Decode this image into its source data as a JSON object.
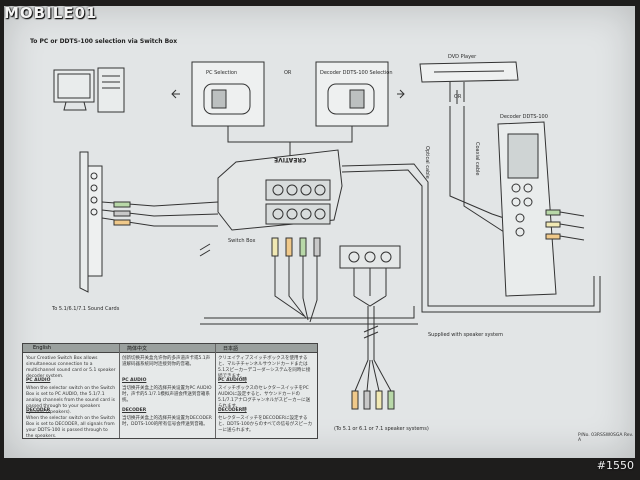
{
  "watermark": {
    "logo": "MOBILE01",
    "photo_id": "#1550"
  },
  "diagram": {
    "title": "To PC or DDTS-100 selection via Switch Box",
    "pc_selection": "PC Selection",
    "or_top": "OR",
    "decoder_selection": "Decoder DDTS-100 Selection",
    "dvd_player": "DVD Player",
    "or_dvd": "OR",
    "optical_cable": "Optical cable",
    "coaxial_cable": "Coaxial cable",
    "decoder": "Decoder DDTS-100",
    "switch_box": "Switch Box",
    "switch_brand": "CREATIVE",
    "sound_cards": "To 5.1/6.1/7.1 Sound Cards",
    "supplied": "Supplied with speaker system",
    "speakers_note": "(To 5.1 or 6.1 or 7.1 speaker systems)",
    "part_no": "P/No. 03RSSW0SGA Rev. A"
  },
  "table": {
    "headers": [
      "English",
      "简体中文",
      "日本語"
    ],
    "english": {
      "intro": "Your Creative Switch Box allows simultaneous connection to a multichannel sound card or 5.1 speaker decoder system.",
      "pc_audio": "PC AUDIO",
      "pc_text": "When the selector switch on the Switch Box is set to PC AUDIO, the 5.1/7.1 analog channels from the sound card is passed through to your speakers systems (speakers).",
      "decoder": "DECODER",
      "decoder_text": "When the selector switch on the Switch Box is set to DECODER, all signals from your DDTS-100 is passed through to the speakers."
    },
    "chinese": {
      "intro": "创新切换开关盒允许你的多声道声卡或5.1声道解码器系统同时连接到你的音箱。",
      "pc_audio": "PC AUDIO",
      "pc_text": "当切换开关盒上的选择开关设置为PC AUDIO时，声卡的5.1/7.1模拟声道会传送到音箱系统。",
      "decoder": "DECODER",
      "decoder_text": "当切换开关盒上的选择开关设置为DECODER时，DDTS-100的所有信号会传送到音箱。"
    },
    "japanese": {
      "intro": "クリエイティブスイッチボックスを使用すると、マルチチャンネルサウンドカードまたは5.1スピーカーデコーダーシステムを同時に接続できます。",
      "pc_audio": "PC AUDIO時",
      "pc_text": "スイッチボックスのセレクタースイッチをPC AUDIOに設定すると、サウンドカードの5.1/7.1アナログチャンネルがスピーカーに送られます。",
      "decoder": "DECODER時",
      "decoder_text": "セレクタースイッチをDECODERに設定すると、DDTS-100からのすべての信号がスピーカーに送られます。"
    }
  }
}
